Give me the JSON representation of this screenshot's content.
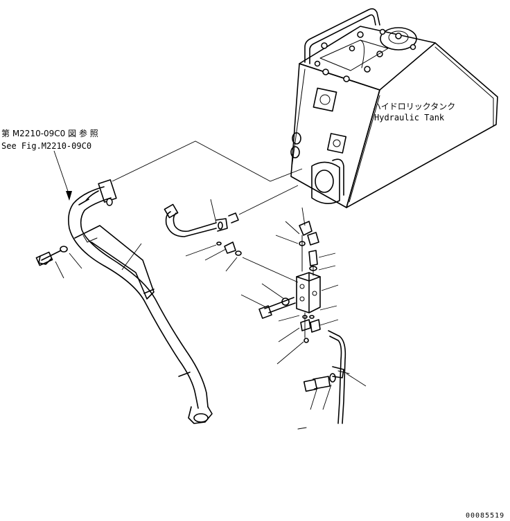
{
  "diagram": {
    "tank_label_jp": "ハイドロリックタンク",
    "tank_label_en": "Hydraulic Tank",
    "ref_label_jp": "第 M2210-09C0 図 参 照",
    "ref_label_en": "See Fig.M2210-09C0",
    "drawing_code": "00085519"
  }
}
